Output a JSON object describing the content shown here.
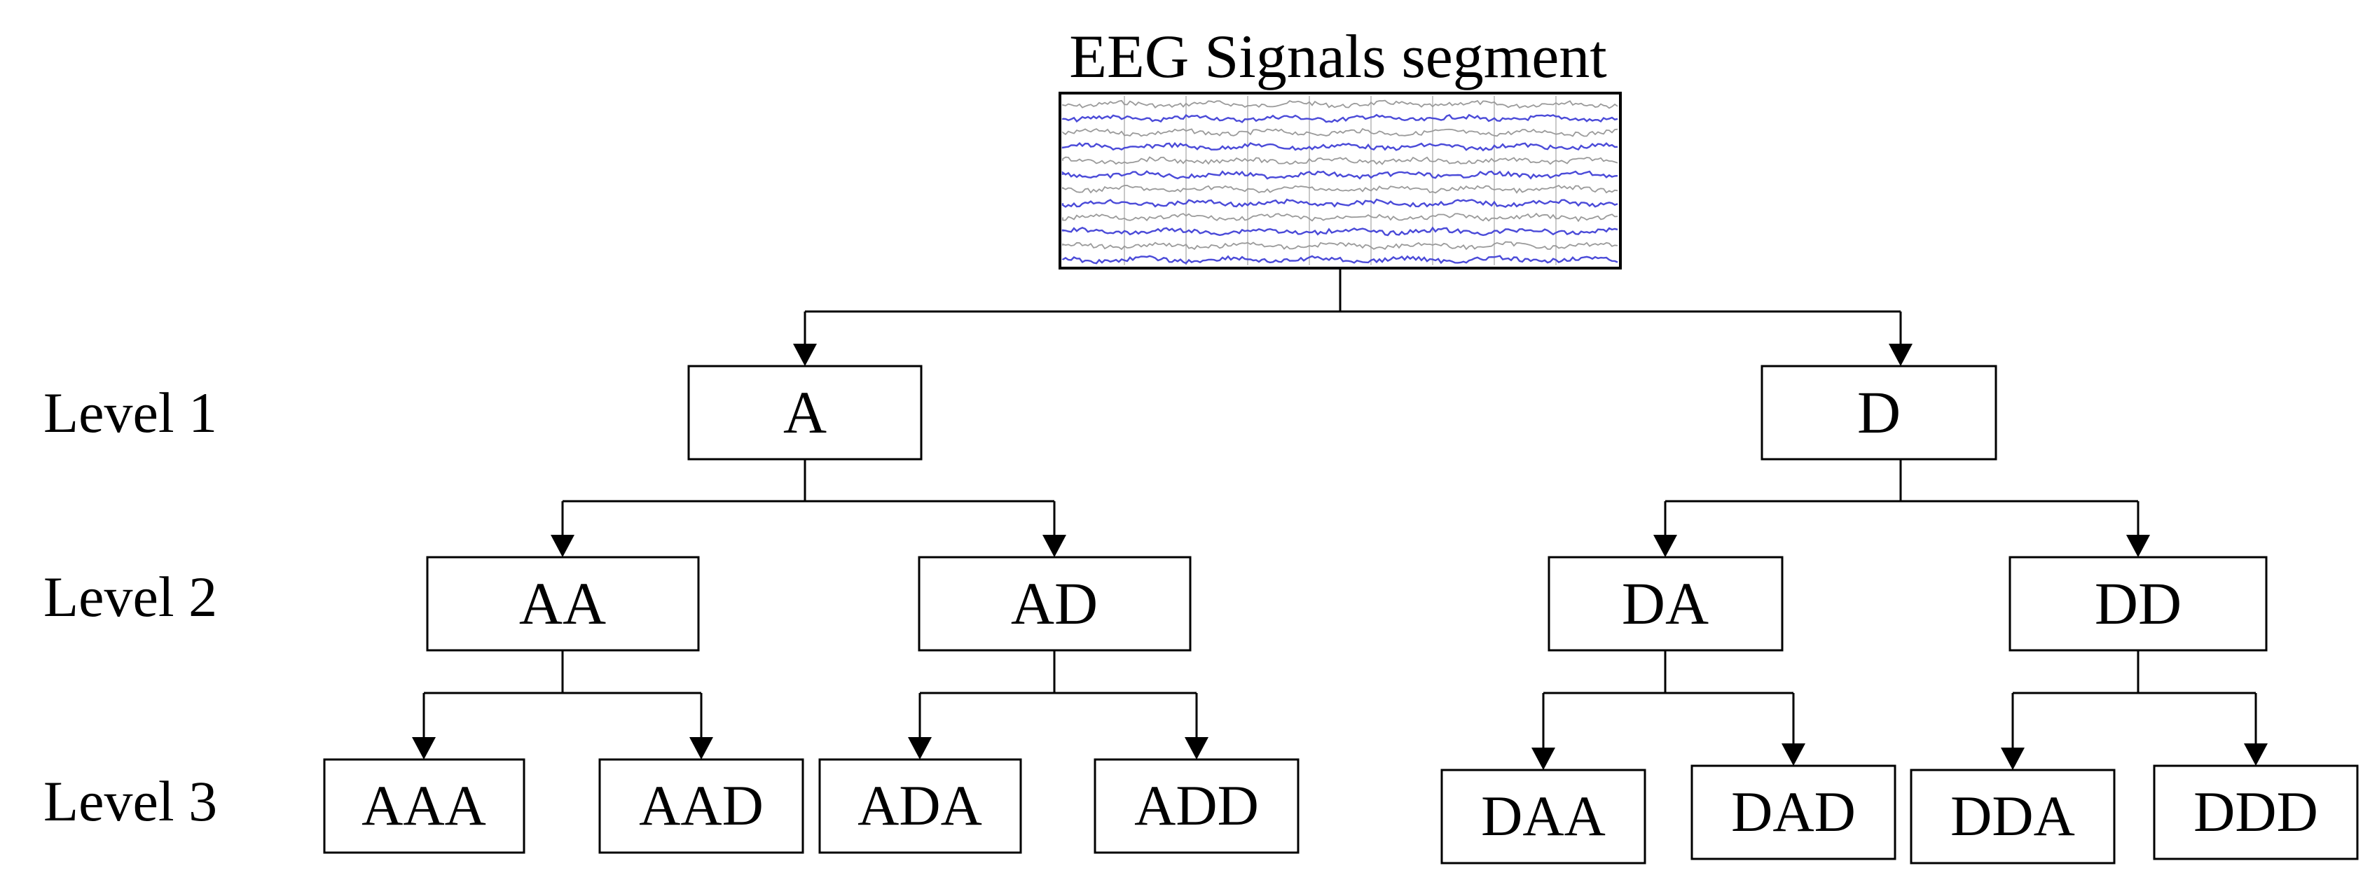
{
  "title": "EEG Signals segment",
  "levels": [
    "Level 1",
    "Level 2",
    "Level 3"
  ],
  "nodes": {
    "A": "A",
    "D": "D",
    "AA": "AA",
    "AD": "AD",
    "DA": "DA",
    "DD": "DD",
    "AAA": "AAA",
    "AAD": "AAD",
    "ADA": "ADA",
    "ADD": "ADD",
    "DAA": "DAA",
    "DAD": "DAD",
    "DDA": "DDA",
    "DDD": "DDD"
  },
  "colors": {
    "trace_blue": "#4a4ad8",
    "trace_gray": "#9a9a9a",
    "line": "#000000"
  }
}
